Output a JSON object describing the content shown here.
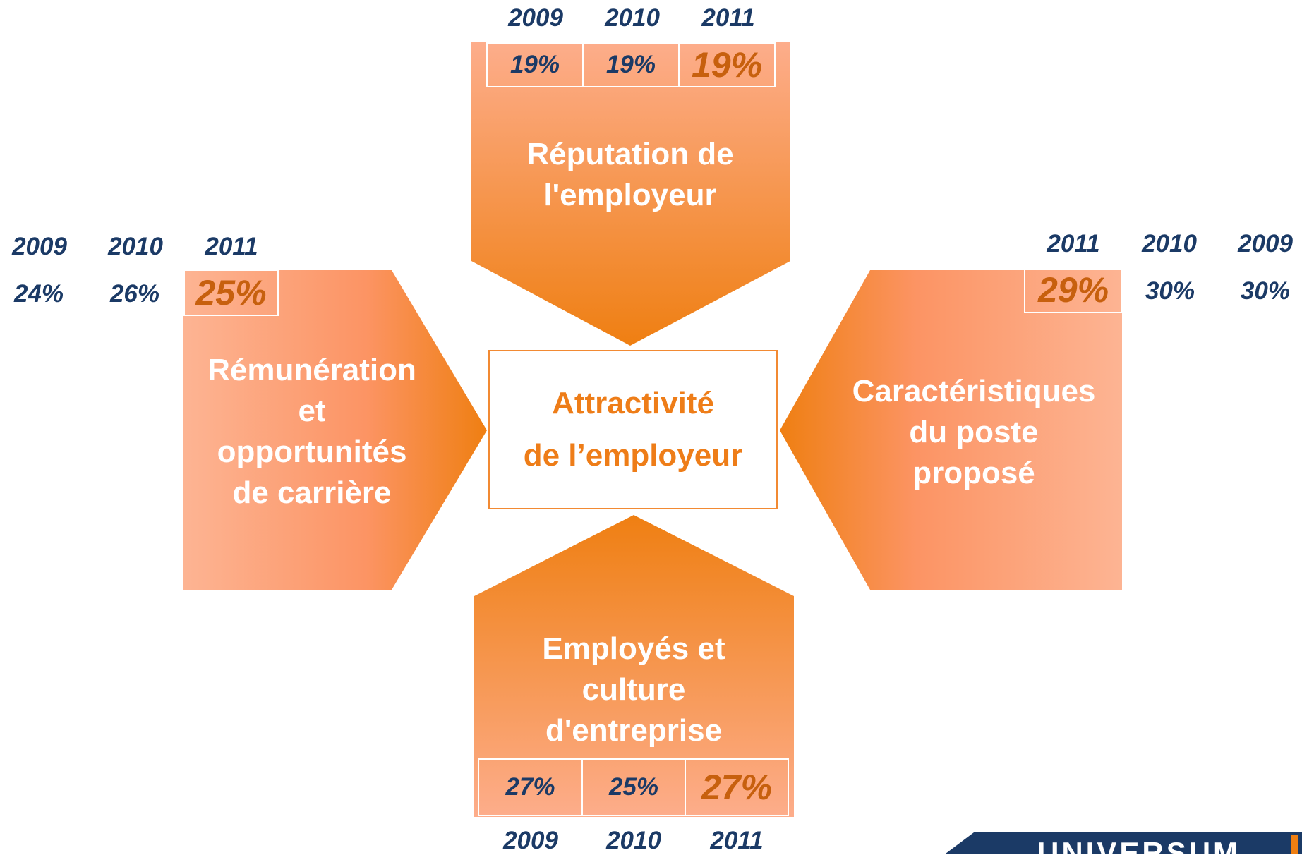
{
  "center": {
    "line1": "Attractivité",
    "line2": "de l’employeur"
  },
  "factors": {
    "top": {
      "label_lines": [
        "Réputation de",
        "l'employeur"
      ],
      "years": [
        "2009",
        "2010",
        "2011"
      ],
      "values": [
        "19%",
        "19%",
        "19%"
      ]
    },
    "left": {
      "label_lines": [
        "Rémunération",
        "et",
        "opportunités",
        "de carrière"
      ],
      "years": [
        "2009",
        "2010",
        "2011"
      ],
      "values": [
        "24%",
        "26%",
        "25%"
      ]
    },
    "right": {
      "label_lines": [
        "Caractéristiques",
        "du poste",
        "proposé"
      ],
      "years": [
        "2011",
        "2010",
        "2009"
      ],
      "values": [
        "29%",
        "30%",
        "30%"
      ]
    },
    "bottom": {
      "label_lines": [
        "Employés et",
        "culture",
        "d'entreprise"
      ],
      "years": [
        "2009",
        "2010",
        "2011"
      ],
      "values": [
        "27%",
        "25%",
        "27%"
      ]
    }
  },
  "logo": {
    "text": "UNIVERSUM"
  },
  "colors": {
    "orange_dark": "#ef7f12",
    "orange_light": "#fdb08e",
    "text_navy": "#1b3a66",
    "highlight": "#c7600e"
  }
}
